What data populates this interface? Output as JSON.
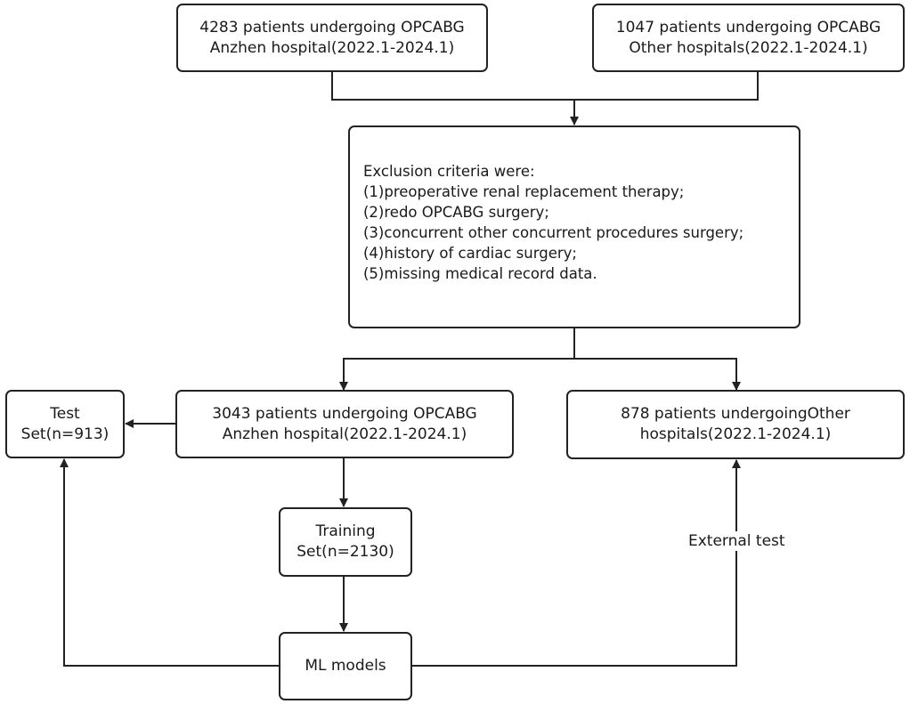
{
  "nodes": {
    "anzhen_source": {
      "lines": [
        "4283 patients undergoing OPCABG",
        "Anzhen hospital(2022.1-2024.1)"
      ]
    },
    "other_source": {
      "lines": [
        "1047 patients undergoing OPCABG",
        "Other hospitals(2022.1-2024.1)"
      ]
    },
    "exclusion": {
      "lines": [
        "Exclusion criteria were:",
        "(1)preoperative renal replacement therapy;",
        "(2)redo OPCABG surgery;",
        "(3)concurrent other concurrent procedures surgery;",
        "(4)history of cardiac surgery;",
        "(5)missing medical record data."
      ]
    },
    "test_set": {
      "lines": [
        "Test",
        "Set(n=913)"
      ]
    },
    "anzhen_included": {
      "lines": [
        "3043 patients undergoing OPCABG",
        "Anzhen hospital(2022.1-2024.1)"
      ]
    },
    "other_included": {
      "lines": [
        "878 patients undergoingOther",
        "hospitals(2022.1-2024.1)"
      ]
    },
    "training_set": {
      "lines": [
        "Training",
        "Set(n=2130)"
      ]
    },
    "ml_models": {
      "lines": [
        "ML models"
      ]
    }
  },
  "edge_labels": {
    "external_test": "External test"
  },
  "colors": {
    "stroke": "#222222",
    "text": "#1a1a1a",
    "background": "#ffffff"
  }
}
